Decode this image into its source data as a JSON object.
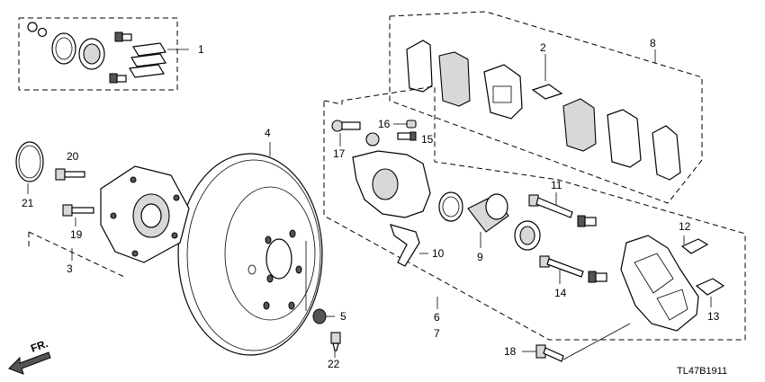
{
  "diagram": {
    "code": "TL47B1911",
    "direction_label": "FR.",
    "callouts": {
      "c1": "1",
      "c2": "2",
      "c3": "3",
      "c4": "4",
      "c5": "5",
      "c6": "6",
      "c7": "7",
      "c8": "8",
      "c9": "9",
      "c10": "10",
      "c11": "11",
      "c12": "12",
      "c13": "13",
      "c14": "14",
      "c15": "15",
      "c16": "16",
      "c17": "17",
      "c18": "18",
      "c19": "19",
      "c20": "20",
      "c21": "21",
      "c22": "22"
    }
  }
}
